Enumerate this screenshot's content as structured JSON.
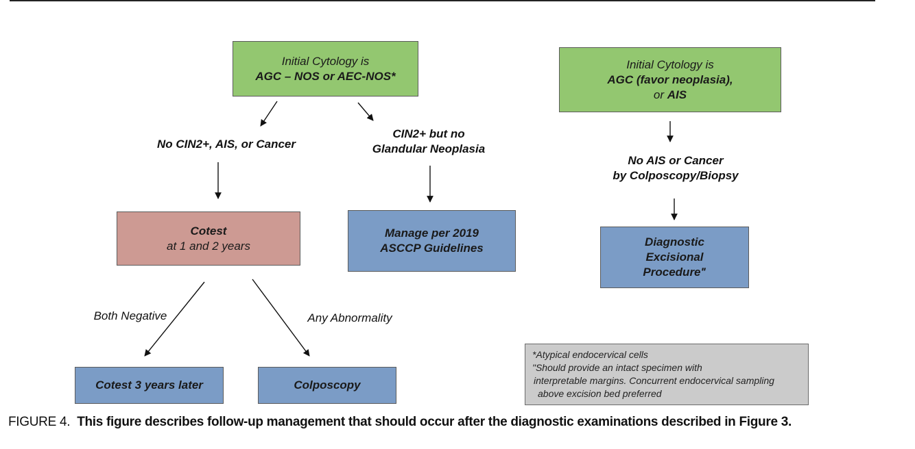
{
  "left_flow": {
    "start_box": {
      "line1": "Initial Cytology is",
      "line2": "AGC – NOS or AEC-NOS*"
    },
    "branch_left_label": "No CIN2+, AIS, or Cancer",
    "branch_right_label": {
      "line1": "CIN2+ but no",
      "line2": "Glandular Neoplasia"
    },
    "cotest_box": {
      "line1": "Cotest",
      "line2": "at 1 and 2 years"
    },
    "manage_box": {
      "line1": "Manage per 2019",
      "line2": "ASCCP Guidelines"
    },
    "both_negative_label": "Both Negative",
    "any_abnormality_label": "Any Abnormality",
    "cotest_later_box": "Cotest 3 years later",
    "colposcopy_box": "Colposcopy"
  },
  "right_flow": {
    "start_box": {
      "line1": "Initial Cytology is",
      "line2": "AGC (favor neoplasia),",
      "line3_prefix": "or ",
      "line3_bold": "AIS"
    },
    "result_label": {
      "line1": "No  AIS or Cancer",
      "line2": "by Colposcopy/Biopsy"
    },
    "procedure_box": {
      "line1": "Diagnostic",
      "line2": "Excisional",
      "line3": "Procedureʺ"
    }
  },
  "footnotes": {
    "line1": "*Atypical endocervical cells",
    "line2": "ʺShould provide an intact specimen with",
    "line3": "interpretable margins. Concurrent endocervical sampling",
    "line4": "above excision bed preferred"
  },
  "caption": {
    "label": "FIGURE 4.",
    "text": "This figure describes follow-up management that should occur after the diagnostic examinations described in Figure 3."
  },
  "colors": {
    "green_box": "#93c770",
    "pink_box": "#cd9a93",
    "blue_box": "#7b9cc6",
    "gray_box": "#cbcbcb"
  }
}
